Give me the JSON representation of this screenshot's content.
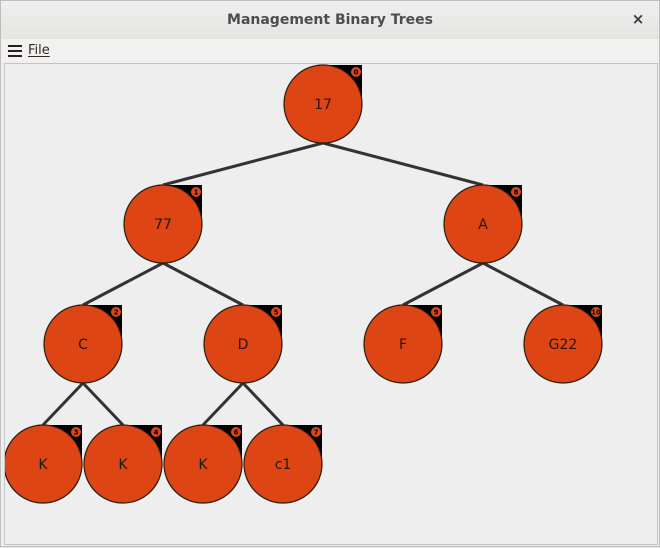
{
  "window": {
    "title": "Management Binary Trees",
    "close_glyph": "×"
  },
  "menu": {
    "file_label": "File"
  },
  "tree": {
    "node_color": "#dd4614",
    "edge_color": "#333333",
    "nodes": [
      {
        "id": "n0",
        "value": "17",
        "index": "0"
      },
      {
        "id": "n1",
        "value": "77",
        "index": "1"
      },
      {
        "id": "n8",
        "value": "A",
        "index": "8"
      },
      {
        "id": "n2",
        "value": "C",
        "index": "2"
      },
      {
        "id": "n5",
        "value": "D",
        "index": "5"
      },
      {
        "id": "n9",
        "value": "F",
        "index": "9"
      },
      {
        "id": "n10",
        "value": "G22",
        "index": "10"
      },
      {
        "id": "n3",
        "value": "K",
        "index": "3"
      },
      {
        "id": "n4",
        "value": "K",
        "index": "4"
      },
      {
        "id": "n6",
        "value": "K",
        "index": "6"
      },
      {
        "id": "n7",
        "value": "c1",
        "index": "7"
      }
    ],
    "edges": [
      [
        "n0",
        "n1"
      ],
      [
        "n0",
        "n8"
      ],
      [
        "n1",
        "n2"
      ],
      [
        "n1",
        "n5"
      ],
      [
        "n8",
        "n9"
      ],
      [
        "n8",
        "n10"
      ],
      [
        "n2",
        "n3"
      ],
      [
        "n2",
        "n4"
      ],
      [
        "n5",
        "n6"
      ],
      [
        "n5",
        "n7"
      ]
    ]
  }
}
